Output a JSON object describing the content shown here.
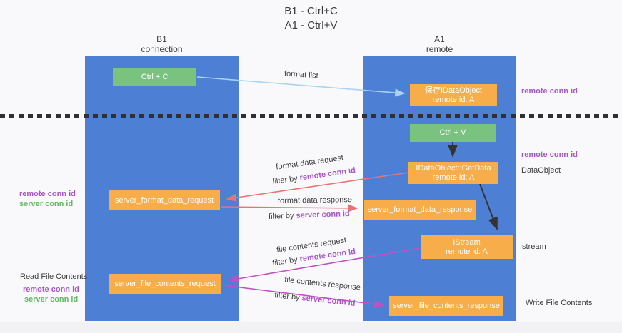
{
  "title": {
    "line1": "B1 - Ctrl+C",
    "line2": "A1 - Ctrl+V"
  },
  "columns": {
    "left": {
      "title": "B1",
      "subtitle": "connection"
    },
    "right": {
      "title": "A1",
      "subtitle": "remote"
    }
  },
  "nodes": {
    "ctrl_c": {
      "label": "Ctrl + C"
    },
    "saved_dataobject": {
      "line1": "保存IDataObject",
      "line2": "remote id: A"
    },
    "ctrl_v": {
      "label": "Ctrl + V"
    },
    "getdata": {
      "line1": "IDataObject::GetData",
      "line2": "remote id: A"
    },
    "format_request": {
      "label": "server_format_data_request"
    },
    "format_response": {
      "label": "server_format_data_response"
    },
    "istream": {
      "line1": "IStream",
      "line2": "remote id: A"
    },
    "file_request": {
      "label": "server_file_contents_request"
    },
    "file_response": {
      "label": "server_file_contents_response"
    }
  },
  "edges": {
    "format_list": "format list",
    "format_data_request": "format data request",
    "format_data_response": "format data response",
    "file_contents_request": "file contents request",
    "file_contents_response": "file contents response",
    "filter_by": "filter by",
    "remote_conn_id": "remote conn id",
    "server_conn_id": "server conn id"
  },
  "side": {
    "remote_conn_id": "remote conn id",
    "server_conn_id": "server conn id",
    "dataobject": "DataObject",
    "istream": "Istream",
    "read_file_contents": "Read File Contents",
    "write_file_contents": "Write File Contents"
  },
  "colors": {
    "lifeline_blue": "#4d80d4",
    "node_orange": "#f7ad49",
    "node_green": "#79c37f",
    "arrow_lightblue": "#a9d3f2",
    "arrow_black": "#333333",
    "arrow_salmon": "#e97373",
    "arrow_magenta": "#c44fc4",
    "text_purple": "#a855cc",
    "text_green": "#63ba63"
  }
}
